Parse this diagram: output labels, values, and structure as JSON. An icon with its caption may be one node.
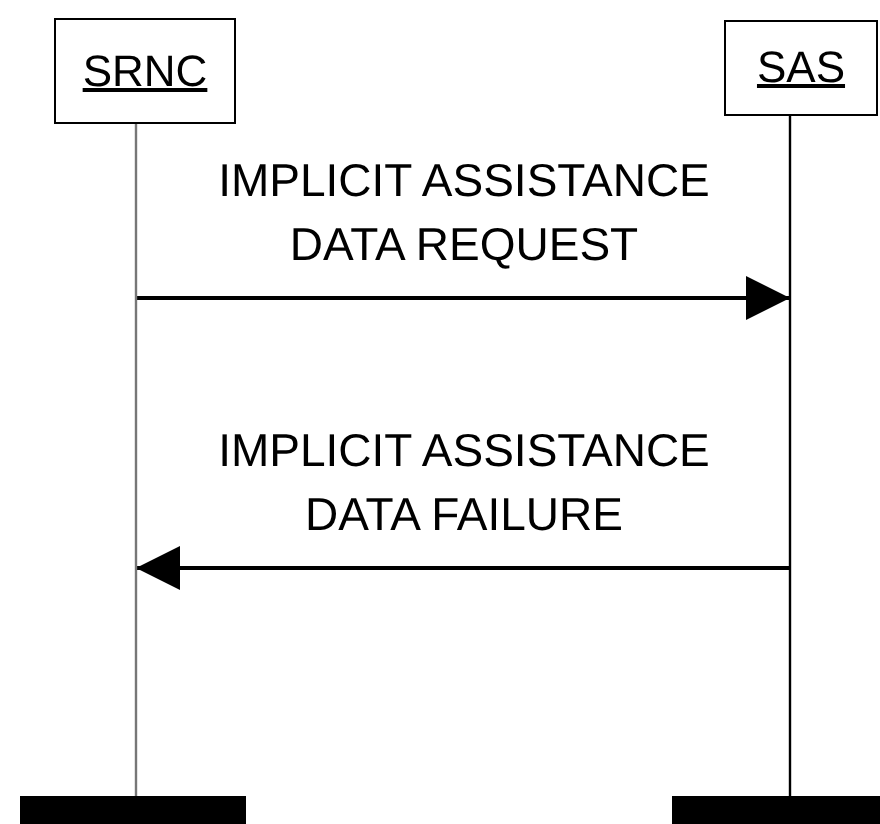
{
  "diagram": {
    "nodes": [
      {
        "text": [
          "SRNC"
        ]
      },
      {
        "text": [
          "SAS"
        ]
      },
      {
        "text": [],
        "shape": "bar"
      },
      {
        "text": [],
        "shape": "bar"
      }
    ],
    "edges": [
      {
        "from": 0,
        "to": 1,
        "arrow": "to",
        "label": "IMPLICIT ASSISTANCE DATA REQUEST"
      },
      {
        "from": 1,
        "to": 0,
        "arrow": "to",
        "label": "IMPLICIT ASSISTANCE DATA FAILURE"
      }
    ]
  }
}
